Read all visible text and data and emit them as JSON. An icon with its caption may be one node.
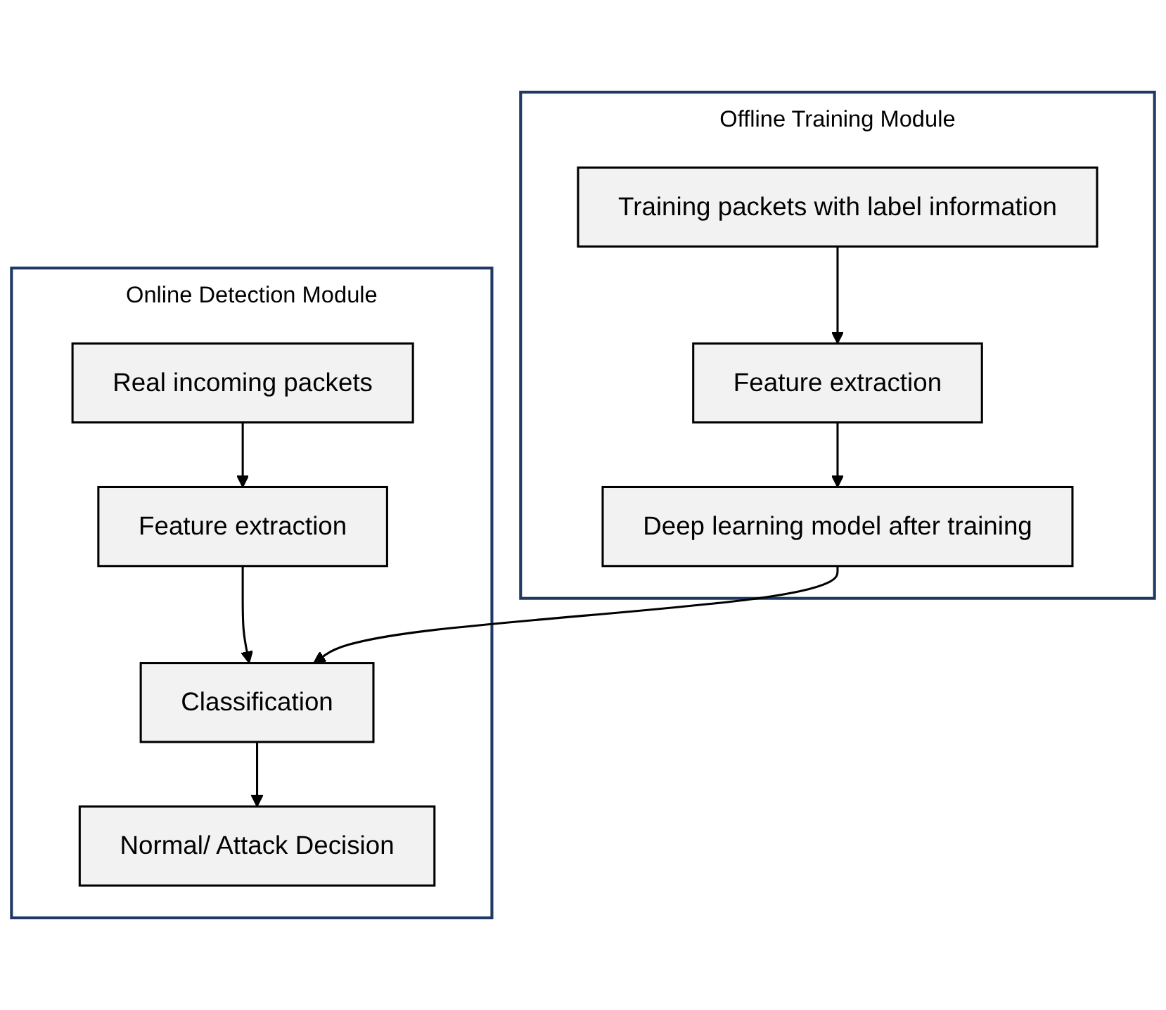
{
  "diagram": {
    "nodes": [
      {
        "text": [
          "Online Detection Module"
        ]
      },
      {
        "text": [
          "Real incoming packets"
        ],
        "in": 0
      },
      {
        "text": [
          "Feature extraction"
        ],
        "in": 0
      },
      {
        "text": [
          "Classification"
        ],
        "in": 0
      },
      {
        "text": [
          "Normal/ Attack Decision"
        ],
        "in": 0
      },
      {
        "text": [
          "Offline Training Module"
        ]
      },
      {
        "text": [
          "Training packets with label information"
        ],
        "in": 5
      },
      {
        "text": [
          "Feature extraction"
        ],
        "in": 5
      },
      {
        "text": [
          "Deep learning model after training"
        ],
        "in": 5
      }
    ],
    "edges": [
      {
        "from": 1,
        "to": 2,
        "arrow": "to"
      },
      {
        "from": 2,
        "to": 3,
        "arrow": "to"
      },
      {
        "from": 3,
        "to": 4,
        "arrow": "to"
      },
      {
        "from": 6,
        "to": 7,
        "arrow": "to"
      },
      {
        "from": 7,
        "to": 8,
        "arrow": "to"
      },
      {
        "from": 8,
        "to": 3,
        "arrow": "to"
      }
    ]
  }
}
